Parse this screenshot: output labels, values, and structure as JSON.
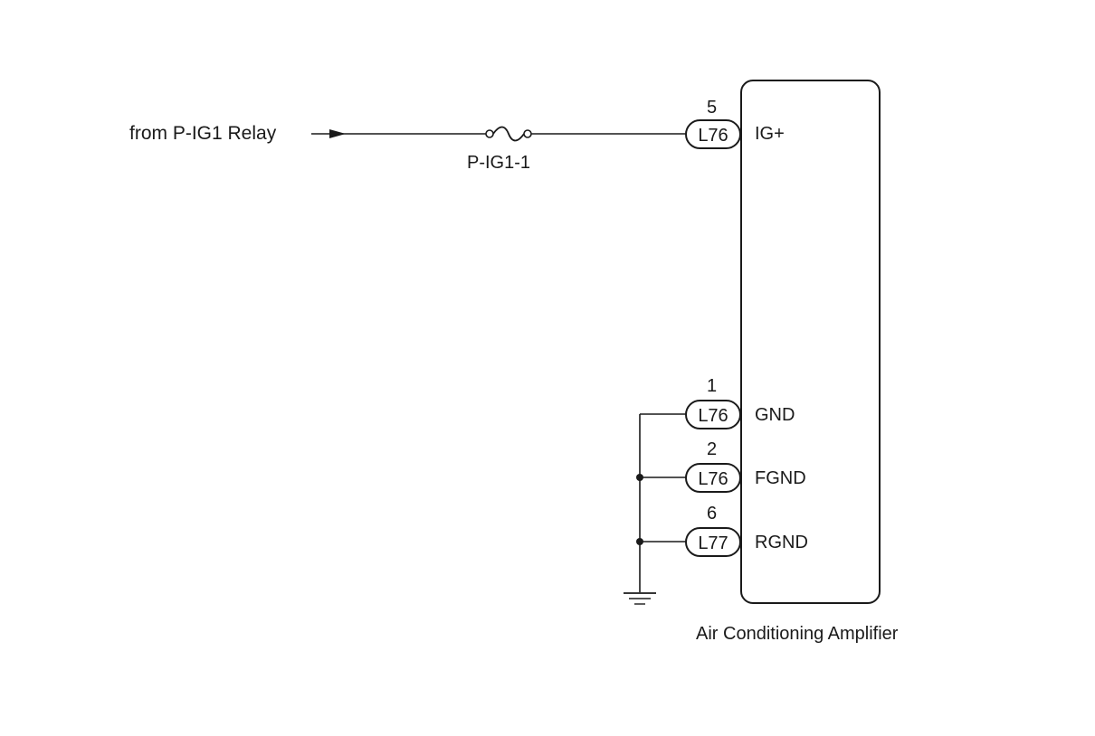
{
  "source": {
    "label": "from P-IG1 Relay"
  },
  "fuse": {
    "label": "P-IG1-1"
  },
  "component": {
    "name": "Air Conditioning Amplifier"
  },
  "pins": [
    {
      "number": "5",
      "connector": "L76",
      "terminal": "IG+"
    },
    {
      "number": "1",
      "connector": "L76",
      "terminal": "GND"
    },
    {
      "number": "2",
      "connector": "L76",
      "terminal": "FGND"
    },
    {
      "number": "6",
      "connector": "L77",
      "terminal": "RGND"
    }
  ]
}
